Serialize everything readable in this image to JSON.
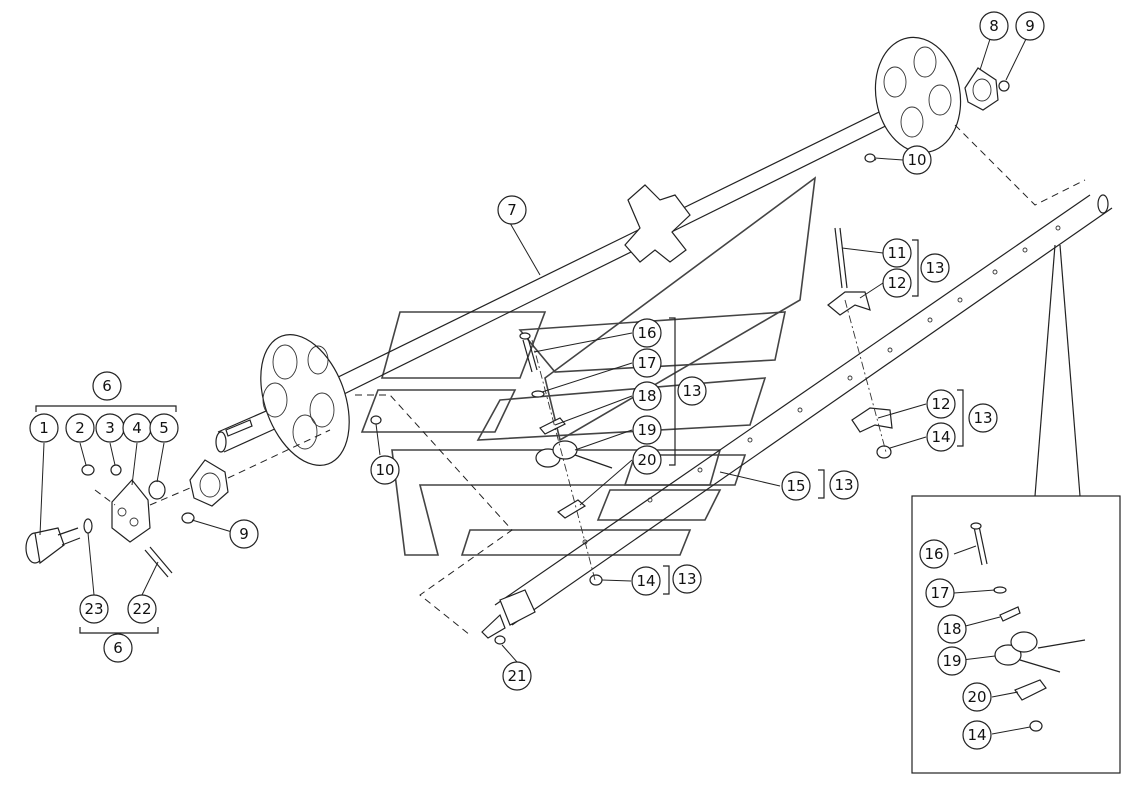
{
  "callouts": [
    {
      "id": "c1",
      "label": "1"
    },
    {
      "id": "c2",
      "label": "2"
    },
    {
      "id": "c3",
      "label": "3"
    },
    {
      "id": "c4",
      "label": "4"
    },
    {
      "id": "c5",
      "label": "5"
    },
    {
      "id": "c6a",
      "label": "6"
    },
    {
      "id": "c6b",
      "label": "6"
    },
    {
      "id": "c7",
      "label": "7"
    },
    {
      "id": "c8",
      "label": "8"
    },
    {
      "id": "c9a",
      "label": "9"
    },
    {
      "id": "c9b",
      "label": "9"
    },
    {
      "id": "c10a",
      "label": "10"
    },
    {
      "id": "c10b",
      "label": "10"
    },
    {
      "id": "c11",
      "label": "11"
    },
    {
      "id": "c12a",
      "label": "12"
    },
    {
      "id": "c12b",
      "label": "12"
    },
    {
      "id": "c13a",
      "label": "13"
    },
    {
      "id": "c13b",
      "label": "13"
    },
    {
      "id": "c13c",
      "label": "13"
    },
    {
      "id": "c13d",
      "label": "13"
    },
    {
      "id": "c13e",
      "label": "13"
    },
    {
      "id": "c14a",
      "label": "14"
    },
    {
      "id": "c14b",
      "label": "14"
    },
    {
      "id": "c14c",
      "label": "14"
    },
    {
      "id": "c15",
      "label": "15"
    },
    {
      "id": "c16a",
      "label": "16"
    },
    {
      "id": "c16b",
      "label": "16"
    },
    {
      "id": "c17a",
      "label": "17"
    },
    {
      "id": "c17b",
      "label": "17"
    },
    {
      "id": "c18a",
      "label": "18"
    },
    {
      "id": "c18b",
      "label": "18"
    },
    {
      "id": "c19a",
      "label": "19"
    },
    {
      "id": "c19b",
      "label": "19"
    },
    {
      "id": "c20a",
      "label": "20"
    },
    {
      "id": "c20b",
      "label": "20"
    },
    {
      "id": "c21",
      "label": "21"
    },
    {
      "id": "c22",
      "label": "22"
    },
    {
      "id": "c23",
      "label": "23"
    }
  ]
}
